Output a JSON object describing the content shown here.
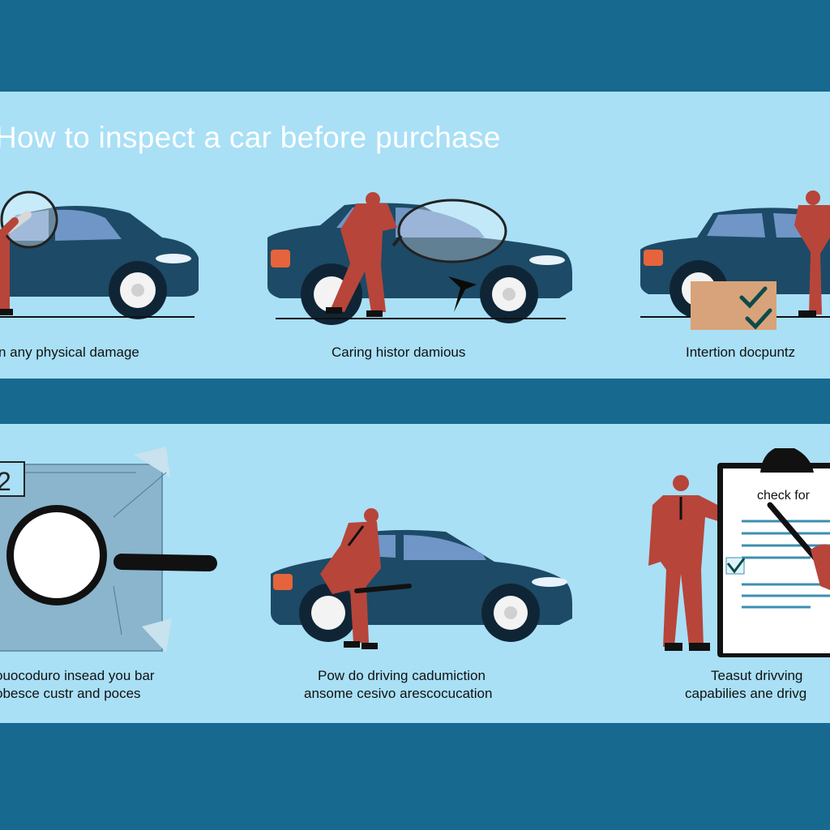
{
  "header": {
    "title": "How to inspect a car before purchase"
  },
  "top_row": {
    "panels": [
      {
        "caption": "n any physical damage"
      },
      {
        "caption": "Caring histor damious"
      },
      {
        "caption": "Intertion docpuntz"
      }
    ]
  },
  "bottom_row": {
    "panels": [
      {
        "badge": "2",
        "caption_lines": [
          "ouocoduro insead you bar",
          "obesce custr and poces"
        ]
      },
      {
        "caption_lines": [
          "Pow do driving cadumiction",
          "ansome cesivo arescocucation"
        ]
      },
      {
        "clipboard_title": "check for",
        "caption_lines": [
          "Teasut drivving",
          "capabilies ane drivg"
        ]
      }
    ]
  },
  "colors": {
    "page_bg": "#17698f",
    "panel_bg": "#a9e0f6",
    "car_body": "#1d4a66",
    "person_suit": "#b7453a",
    "text_light": "#ffffff",
    "text_dark": "#111111"
  },
  "icons": {
    "magnifier": "magnifier-icon",
    "checkmark": "checkmark-icon",
    "clipboard": "clipboard-icon",
    "pen": "pen-icon"
  }
}
